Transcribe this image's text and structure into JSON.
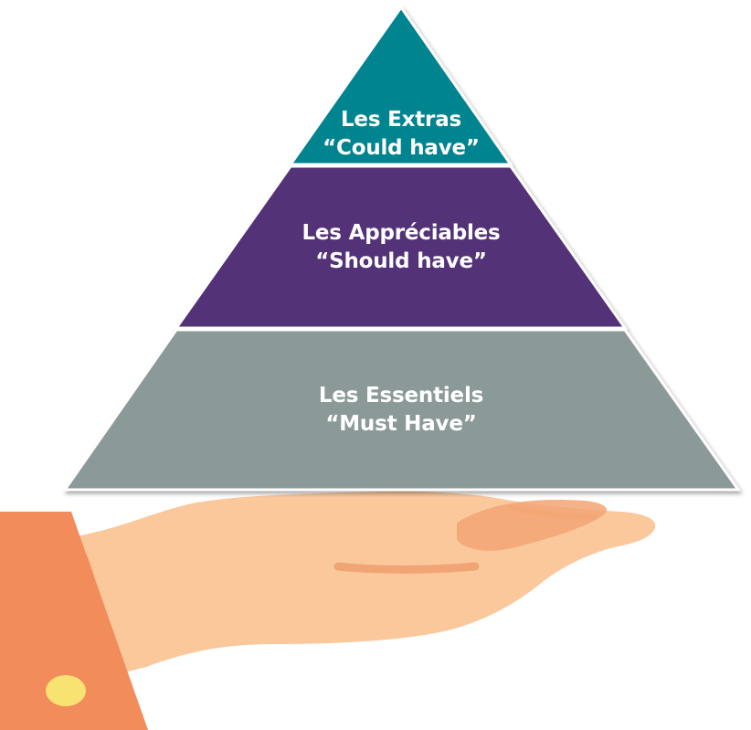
{
  "pyramid": {
    "tiers": [
      {
        "id": "top",
        "title": "Les Extras",
        "subtitle": "“Could have”",
        "color": "#05848f"
      },
      {
        "id": "middle",
        "title": "Les Appréciables",
        "subtitle": "“Should have”",
        "color": "#523178"
      },
      {
        "id": "bottom",
        "title": "Les Essentiels",
        "subtitle": "“Must Have”",
        "color": "#8c9999"
      }
    ]
  },
  "hand": {
    "palm_color": "#fbc89c",
    "shade_color": "#f2a574",
    "sleeve_color": "#f28c5a",
    "button_color": "#f8e271"
  }
}
